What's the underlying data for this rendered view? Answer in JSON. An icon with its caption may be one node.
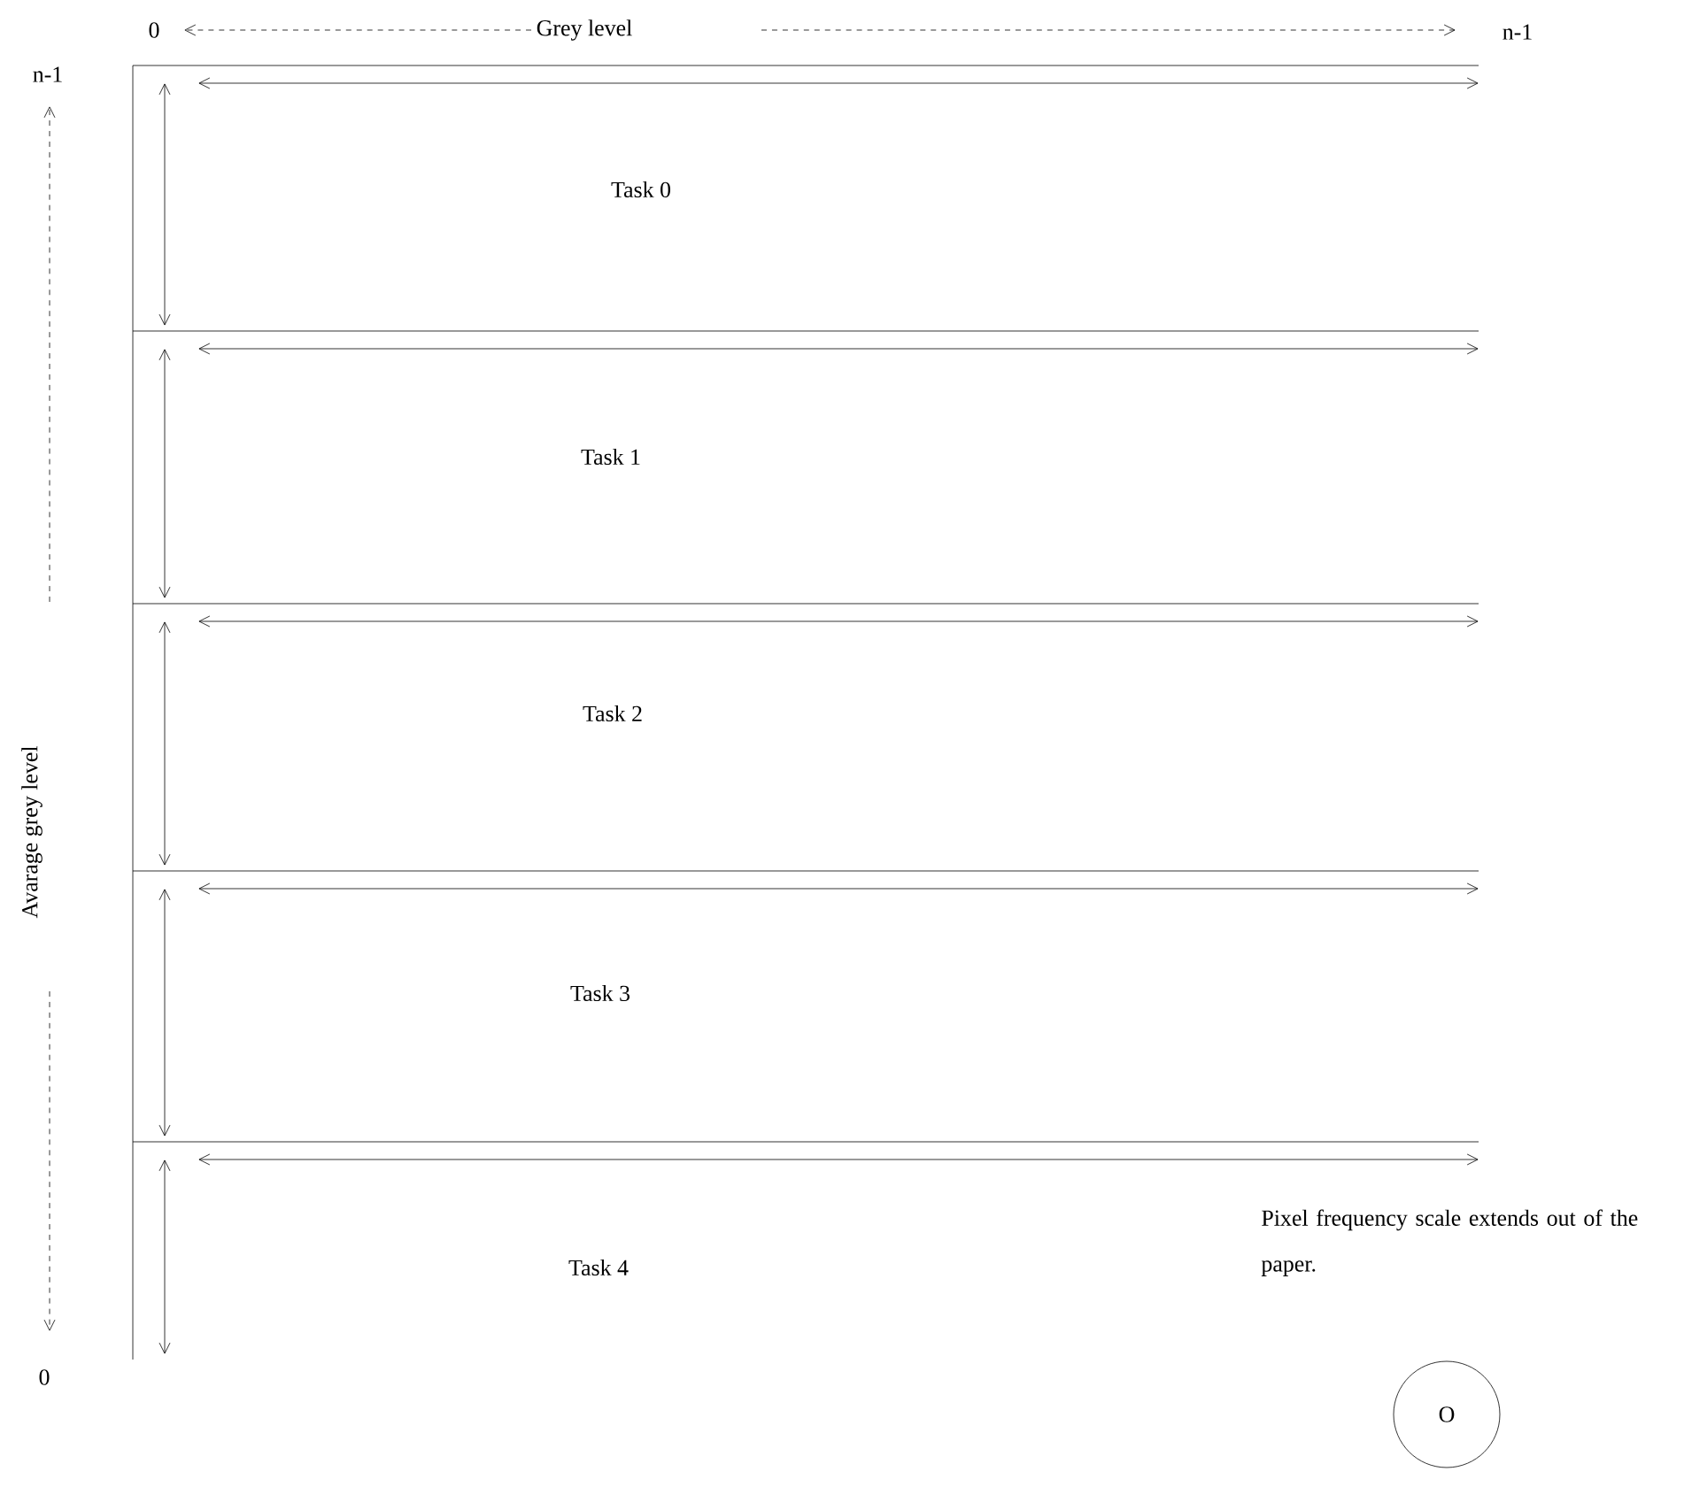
{
  "diagram": {
    "nodes": [
      {
        "text": [
          "Task 0"
        ]
      },
      {
        "text": [
          "Task 1"
        ]
      },
      {
        "text": [
          "Task 2"
        ]
      },
      {
        "text": [
          "Task 3"
        ]
      },
      {
        "text": [
          "Task 4"
        ]
      },
      {
        "text": [
          "O"
        ],
        "beside": [
          "Pixel frequency scale extends out of the paper."
        ]
      }
    ],
    "labels": [
      "0",
      "Grey level",
      "n-1",
      "n-1",
      "Avarage grey level",
      "0"
    ]
  }
}
